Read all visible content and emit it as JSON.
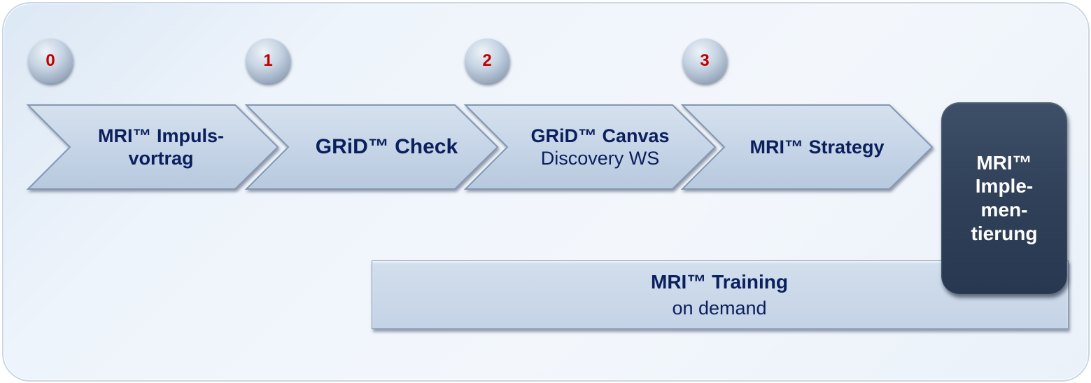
{
  "steps": [
    {
      "number": "0",
      "title_lines": [
        "MRI™ Impuls-",
        "vortrag"
      ],
      "subtitle": ""
    },
    {
      "number": "1",
      "title_lines": [
        "GRiD™ Check"
      ],
      "subtitle": ""
    },
    {
      "number": "2",
      "title_lines": [
        "GRiD™ Canvas"
      ],
      "subtitle": "Discovery WS"
    },
    {
      "number": "3",
      "title_lines": [
        "MRI™ Strategy"
      ],
      "subtitle": ""
    }
  ],
  "implementation": {
    "lines": [
      "MRI™",
      "Imple-",
      "men-",
      "tierung"
    ]
  },
  "training": {
    "title": "MRI™ Training",
    "subtitle": "on demand"
  },
  "colors": {
    "number": "#c00000",
    "text": "#0a1f5c",
    "impl_box": "#2f4058"
  }
}
